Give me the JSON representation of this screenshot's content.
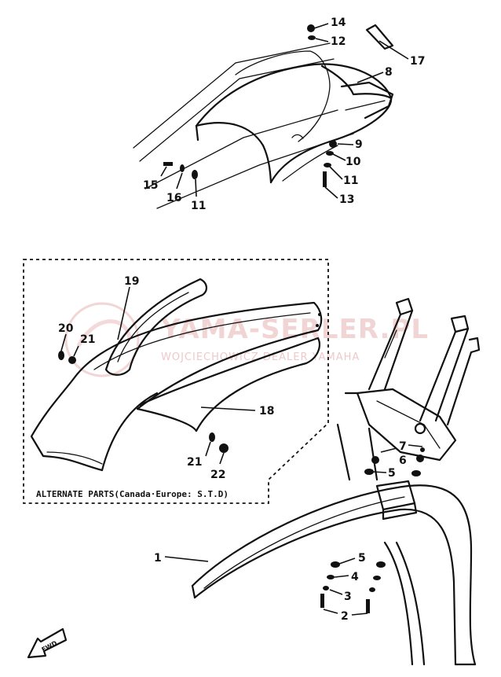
{
  "watermark": {
    "brand": "YAMA-SERLER.PL",
    "tagline": "WOJCIECHOWICZ DEALER YAMAHA",
    "color": "#e7b3b3"
  },
  "caption": {
    "alternate_parts": "ALTERNATE PARTS(Canada·Europe: S.T.D)"
  },
  "direction_marker": "FWD",
  "callouts": [
    {
      "id": "c1",
      "label": "1"
    },
    {
      "id": "c2",
      "label": "2"
    },
    {
      "id": "c3",
      "label": "3"
    },
    {
      "id": "c4a",
      "label": "4"
    },
    {
      "id": "c5a",
      "label": "5"
    },
    {
      "id": "c5b",
      "label": "5"
    },
    {
      "id": "c6",
      "label": "6"
    },
    {
      "id": "c7",
      "label": "7"
    },
    {
      "id": "c8",
      "label": "8"
    },
    {
      "id": "c9",
      "label": "9"
    },
    {
      "id": "c10",
      "label": "10"
    },
    {
      "id": "c11a",
      "label": "11"
    },
    {
      "id": "c11b",
      "label": "11"
    },
    {
      "id": "c12",
      "label": "12"
    },
    {
      "id": "c13",
      "label": "13"
    },
    {
      "id": "c14",
      "label": "14"
    },
    {
      "id": "c15",
      "label": "15"
    },
    {
      "id": "c16",
      "label": "16"
    },
    {
      "id": "c17",
      "label": "17"
    },
    {
      "id": "c18",
      "label": "18"
    },
    {
      "id": "c19",
      "label": "19"
    },
    {
      "id": "c20",
      "label": "20"
    },
    {
      "id": "c21a",
      "label": "21"
    },
    {
      "id": "c21b",
      "label": "21"
    },
    {
      "id": "c22",
      "label": "22"
    }
  ]
}
